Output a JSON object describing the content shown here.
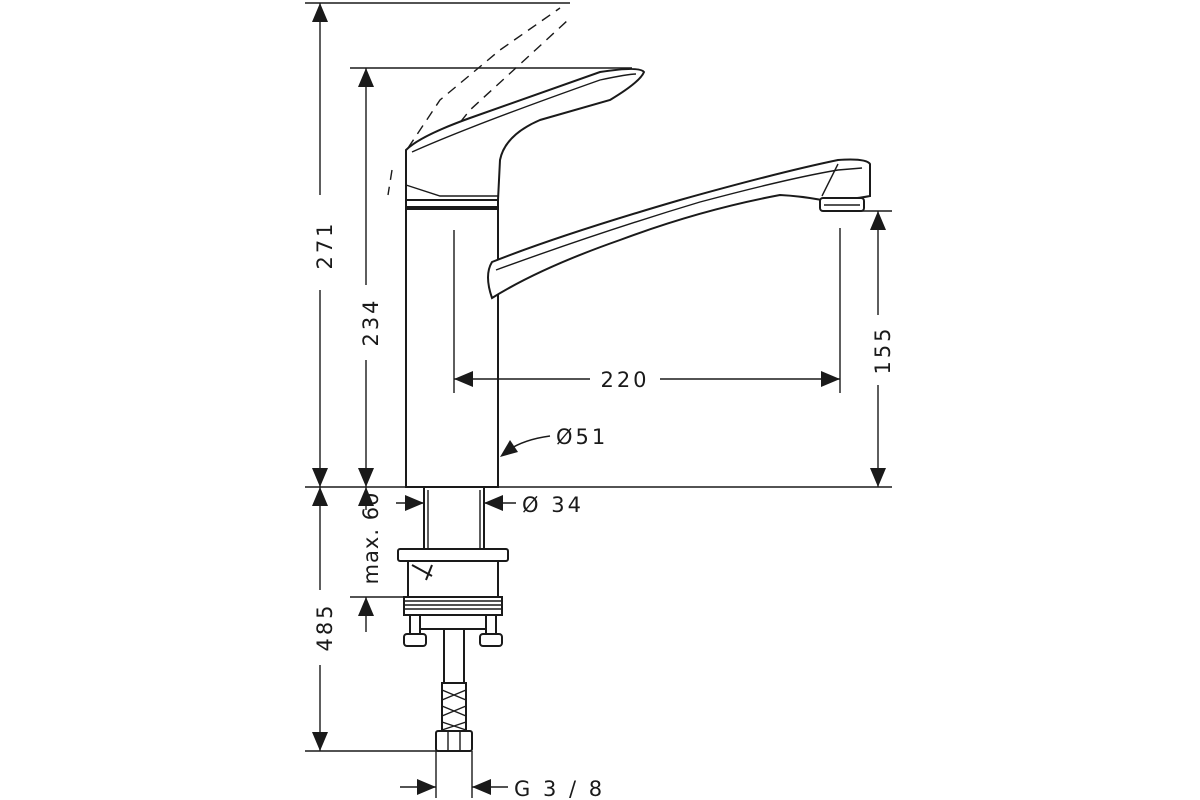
{
  "dimensions": {
    "total_height": "271",
    "height_to_handle": "234",
    "spout_reach": "220",
    "spout_height": "155",
    "body_diameter": "Ø51",
    "shank_diameter": "Ø 34",
    "max_deck_thickness": "max. 60",
    "hose_length": "485",
    "connection_thread": "G 3 / 8"
  }
}
